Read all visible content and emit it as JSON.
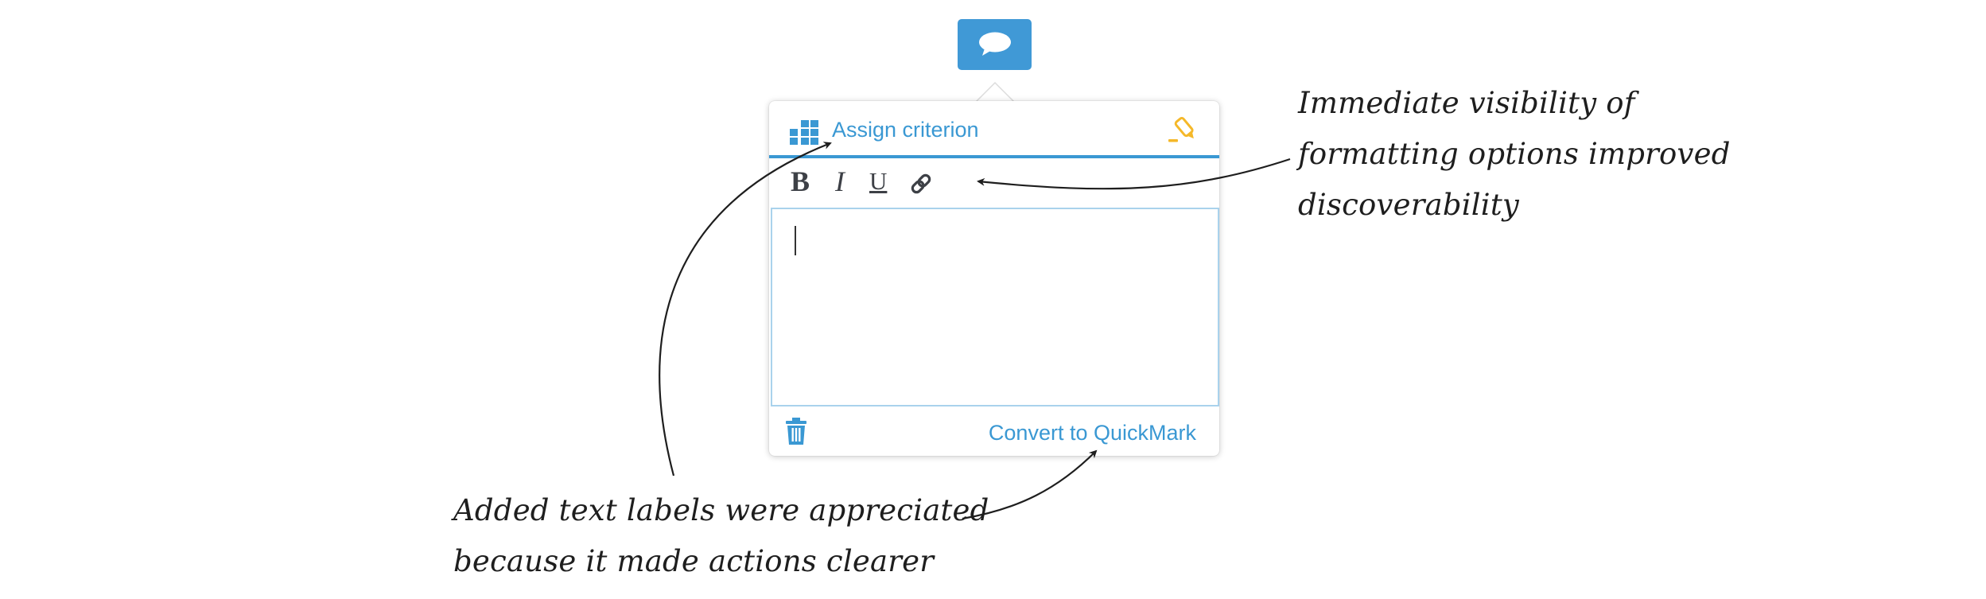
{
  "popup": {
    "assign_criterion_label": "Assign criterion",
    "convert_label": "Convert to QuickMark",
    "toolbar": {
      "bold": "B",
      "italic": "I",
      "underline": "U"
    },
    "editor_value": ""
  },
  "annotations": {
    "formatting_lines": [
      "Immediate visibility of",
      "formatting options improved",
      "discoverability"
    ],
    "labels_lines": [
      "Added text labels were appreciated",
      "because it made actions clearer"
    ]
  },
  "icons": {
    "comment": "speech-bubble-icon",
    "criterion": "grid-icon",
    "highlight": "highlighter-icon",
    "link": "link-icon",
    "delete": "trash-icon"
  },
  "colors": {
    "accent": "#3a98d3",
    "button": "#4099d6",
    "highlighter": "#f5b829",
    "editor_border": "#a9d2ec",
    "text_dark": "#3d4046"
  }
}
